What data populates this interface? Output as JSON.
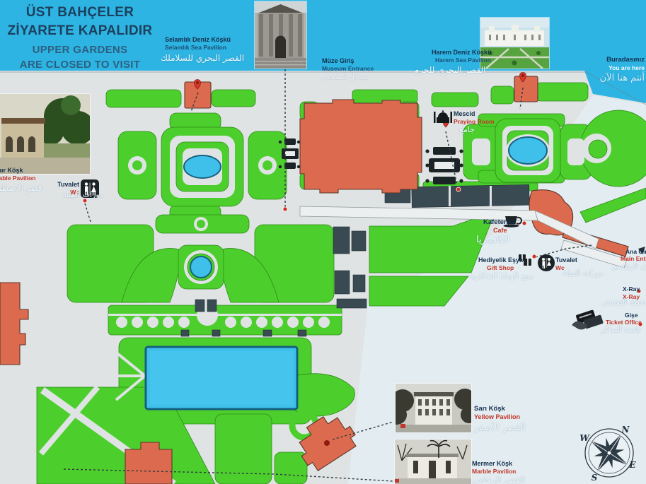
{
  "notice": {
    "title_tr_1": "ÜST BAHÇELER",
    "title_tr_2": "ZİYARETE KAPALIDIR",
    "title_en_1": "UPPER GARDENS",
    "title_en_2": "ARE CLOSED TO VISIT"
  },
  "pois": {
    "selamlik_deniz_kosku": {
      "tr": "Selamlık Deniz Köşkü",
      "en": "Selamlık Sea Pavilion",
      "ar": "القصر البحري للسلاملك"
    },
    "muze_giris": {
      "tr": "Müze Giriş",
      "en": "Museum Entrance",
      "ar": "مدخل المتحف"
    },
    "harem_deniz_kosku": {
      "tr": "Harem Deniz Köşkü",
      "en": "Harem Sea Pavilion",
      "ar": "القصر البحري للحرم"
    },
    "you_are_here": {
      "tr": "Buradasınız",
      "en": "You are here",
      "ar": "أنتم هنا الآن"
    },
    "ahir_kosk": {
      "tr": "Ahır Köşk",
      "en": "Stable Pavilion",
      "ar": "قصر الاصطبل"
    },
    "tuvalet_west": {
      "tr": "Tuvalet",
      "en": "Wc",
      "ar": "دورات المياه"
    },
    "mescid": {
      "tr": "Mescid",
      "en": "Praying Room",
      "ar": "جامع"
    },
    "kafeterya": {
      "tr": "Kafeterya",
      "en": "Cafe",
      "ar": "الكافيتريا"
    },
    "hediyelik_esya": {
      "tr": "Hediyelik Eşya",
      "en": "Gift Shop",
      "ar": "مبيع الهدايا التذكارية"
    },
    "tuvalet_east": {
      "tr": "Tuvalet",
      "en": "Wc",
      "ar": "دورات المياه"
    },
    "ana_giris": {
      "tr": "Ana Giriş",
      "en": "Main Entrance",
      "ar": "المدخل الرئيسي"
    },
    "x_ray": {
      "tr": "X-Ray",
      "en": "X-Ray",
      "ar": "نقطة التفتيش"
    },
    "gise": {
      "tr": "Gişe",
      "en": "Ticket Office",
      "ar": "نافذة التذاكر"
    },
    "sari_kosk": {
      "tr": "Sarı Köşk",
      "en": "Yellow Pavilion",
      "ar": "القصر الأصفر"
    },
    "mermer_kosk": {
      "tr": "Mermer Köşk",
      "en": "Marble Pavilion",
      "ar": "القصر الرخامي"
    }
  },
  "compass": {
    "n": "N",
    "e": "E",
    "s": "S",
    "w": "W"
  },
  "colors": {
    "sky": "#2db4e3",
    "ground": "#dfe3e4",
    "lawn": "#4ccf2c",
    "pool": "#3fc0ea",
    "building_red": "#dc6a4e",
    "building_dark": "#3a4a52",
    "label_turkish": "#14304d",
    "label_english_red": "#c23527",
    "label_arabic": "#edf6fa"
  }
}
